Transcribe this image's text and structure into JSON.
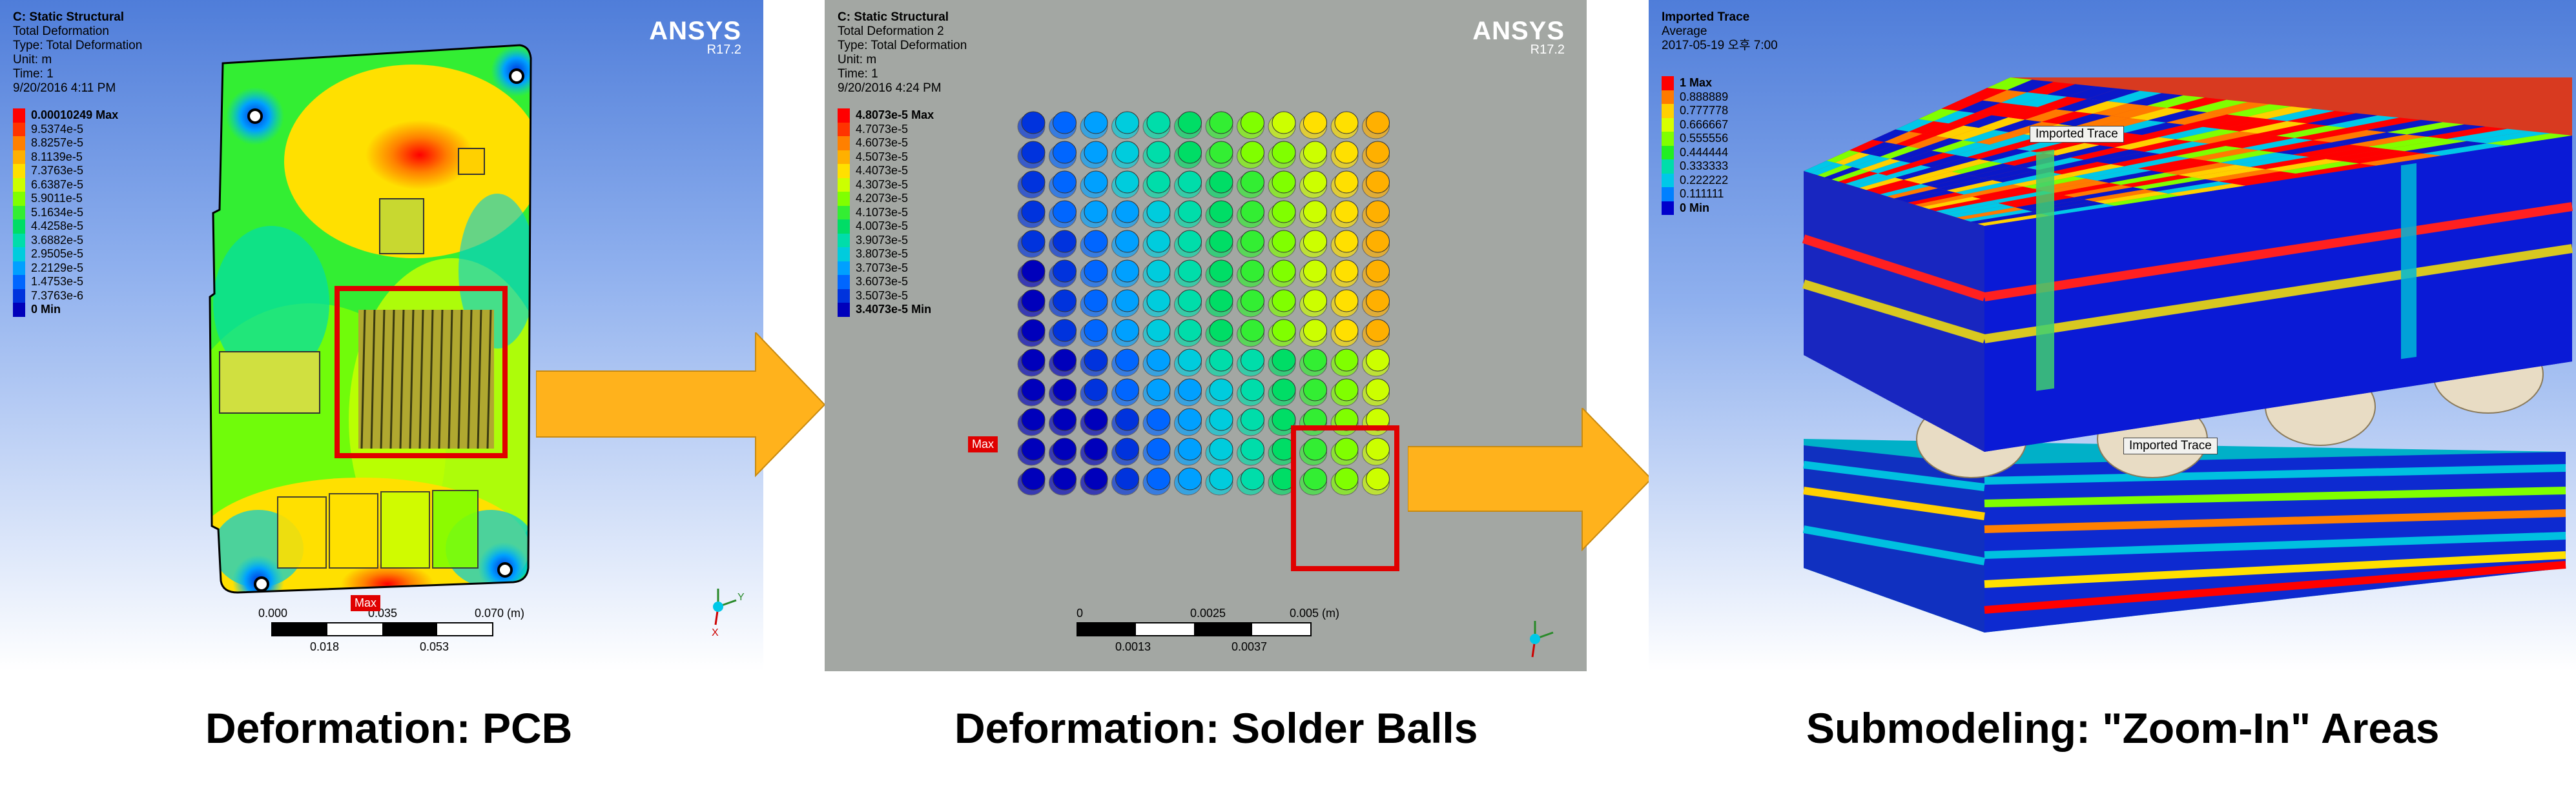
{
  "panel1": {
    "header": [
      "C: Static Structural",
      "Total Deformation",
      "Type: Total Deformation",
      "Unit: m",
      "Time: 1",
      "9/20/2016 4:11 PM"
    ],
    "brand": "ANSYS",
    "version": "R17.2",
    "legend": [
      {
        "label": "0.00010249 Max",
        "color": "#ff0000",
        "bold": true
      },
      {
        "label": "9.5374e-5",
        "color": "#ff3300",
        "bold": false
      },
      {
        "label": "8.8257e-5",
        "color": "#ff8000",
        "bold": false
      },
      {
        "label": "8.1139e-5",
        "color": "#ffb000",
        "bold": false
      },
      {
        "label": "7.3763e-5",
        "color": "#ffe000",
        "bold": false
      },
      {
        "label": "6.6387e-5",
        "color": "#ccff00",
        "bold": false
      },
      {
        "label": "5.9011e-5",
        "color": "#80ff00",
        "bold": false
      },
      {
        "label": "5.1634e-5",
        "color": "#33ee33",
        "bold": false
      },
      {
        "label": "4.4258e-5",
        "color": "#00dd66",
        "bold": false
      },
      {
        "label": "3.6882e-5",
        "color": "#00ddaa",
        "bold": false
      },
      {
        "label": "2.9505e-5",
        "color": "#00ccdd",
        "bold": false
      },
      {
        "label": "2.2129e-5",
        "color": "#00a0ff",
        "bold": false
      },
      {
        "label": "1.4753e-5",
        "color": "#0066ff",
        "bold": false
      },
      {
        "label": "7.3763e-6",
        "color": "#0033dd",
        "bold": false
      },
      {
        "label": "0 Min",
        "color": "#0000bb",
        "bold": true
      }
    ],
    "scale": {
      "top": [
        "0.000",
        "0.035",
        "0.070 (m)"
      ],
      "bottom": [
        "0.018",
        "0.053"
      ]
    },
    "max_tag": "Max"
  },
  "panel2": {
    "header": [
      "C: Static Structural",
      "Total Deformation 2",
      "Type: Total Deformation",
      "Unit: m",
      "Time: 1",
      "9/20/2016 4:24 PM"
    ],
    "brand": "ANSYS",
    "version": "R17.2",
    "legend": [
      {
        "label": "4.8073e-5 Max",
        "color": "#ff0000",
        "bold": true
      },
      {
        "label": "4.7073e-5",
        "color": "#ff3300",
        "bold": false
      },
      {
        "label": "4.6073e-5",
        "color": "#ff8000",
        "bold": false
      },
      {
        "label": "4.5073e-5",
        "color": "#ffb000",
        "bold": false
      },
      {
        "label": "4.4073e-5",
        "color": "#ffe000",
        "bold": false
      },
      {
        "label": "4.3073e-5",
        "color": "#ccff00",
        "bold": false
      },
      {
        "label": "4.2073e-5",
        "color": "#80ff00",
        "bold": false
      },
      {
        "label": "4.1073e-5",
        "color": "#33ee33",
        "bold": false
      },
      {
        "label": "4.0073e-5",
        "color": "#00dd66",
        "bold": false
      },
      {
        "label": "3.9073e-5",
        "color": "#00ddaa",
        "bold": false
      },
      {
        "label": "3.8073e-5",
        "color": "#00ccdd",
        "bold": false
      },
      {
        "label": "3.7073e-5",
        "color": "#00a0ff",
        "bold": false
      },
      {
        "label": "3.6073e-5",
        "color": "#0066ff",
        "bold": false
      },
      {
        "label": "3.5073e-5",
        "color": "#0033dd",
        "bold": false
      },
      {
        "label": "3.4073e-5 Min",
        "color": "#0000bb",
        "bold": true
      }
    ],
    "scale": {
      "top": [
        "0",
        "0.0025",
        "0.005 (m)"
      ],
      "bottom": [
        "0.0013",
        "0.0037"
      ]
    },
    "max_tag": "Max"
  },
  "panel3": {
    "header": [
      "Imported Trace",
      "Average",
      "2017-05-19 오후 7:00"
    ],
    "legend": [
      {
        "label": "1 Max",
        "color": "#ff0000",
        "bold": true
      },
      {
        "label": "0.888889",
        "color": "#ff7a00",
        "bold": false
      },
      {
        "label": "0.777778",
        "color": "#ffd000",
        "bold": false
      },
      {
        "label": "0.666667",
        "color": "#d8ff00",
        "bold": false
      },
      {
        "label": "0.555556",
        "color": "#80ff00",
        "bold": false
      },
      {
        "label": "0.444444",
        "color": "#22ee22",
        "bold": false
      },
      {
        "label": "0.333333",
        "color": "#00ddaa",
        "bold": false
      },
      {
        "label": "0.222222",
        "color": "#00c8e8",
        "bold": false
      },
      {
        "label": "0.111111",
        "color": "#0080ff",
        "bold": false
      },
      {
        "label": "0 Min",
        "color": "#0000cc",
        "bold": true
      }
    ],
    "trace_label_1": "Imported Trace",
    "trace_label_2": "Imported Trace"
  },
  "captions": {
    "left": "Deformation: PCB",
    "middle": "Deformation: Solder Balls",
    "right": "Submodeling: \"Zoom-In\" Areas"
  },
  "colors": {
    "arrow": "#ffb21c",
    "highlight": "#e00000"
  }
}
